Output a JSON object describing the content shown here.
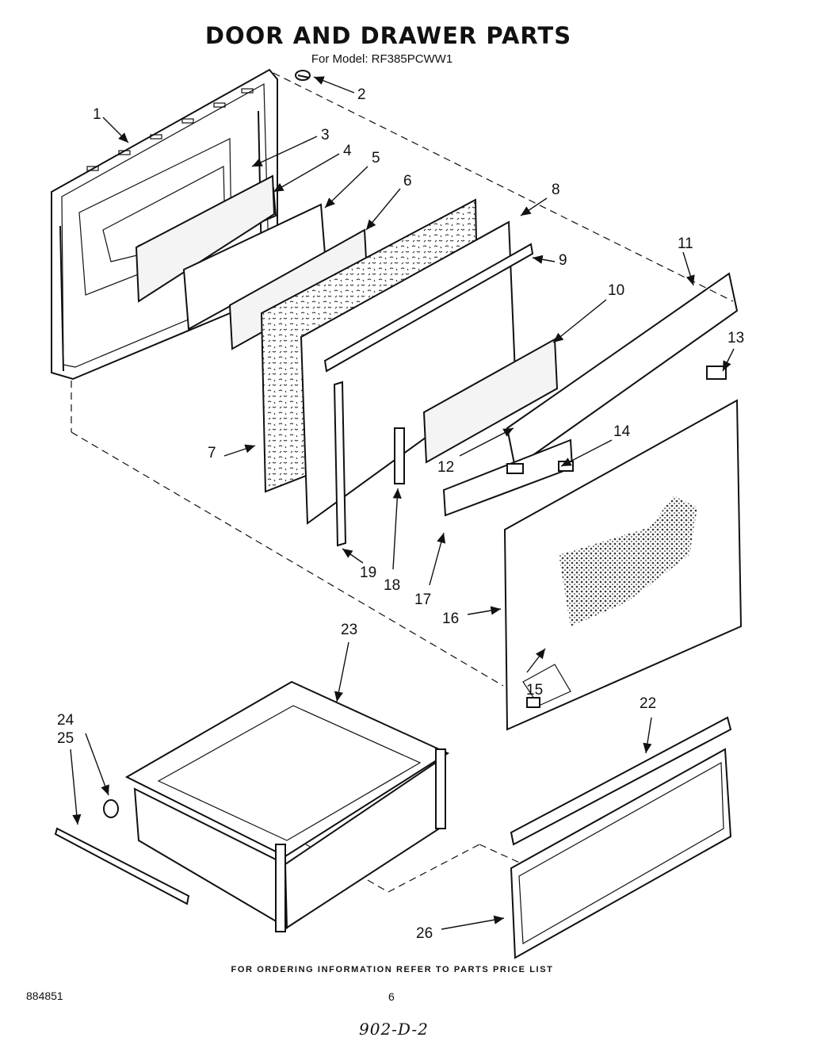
{
  "header": {
    "title": "DOOR AND DRAWER PARTS",
    "subtitle": "For Model: RF385PCWW1"
  },
  "footer": {
    "note": "FOR ORDERING INFORMATION REFER TO PARTS PRICE LIST",
    "doc_number": "884851",
    "page_number": "6",
    "handwritten": "902-D-2"
  },
  "callouts": [
    "1",
    "2",
    "3",
    "4",
    "5",
    "6",
    "7",
    "8",
    "9",
    "10",
    "11",
    "12",
    "13",
    "14",
    "15",
    "16",
    "17",
    "18",
    "19",
    "22",
    "23",
    "24",
    "25",
    "26"
  ]
}
